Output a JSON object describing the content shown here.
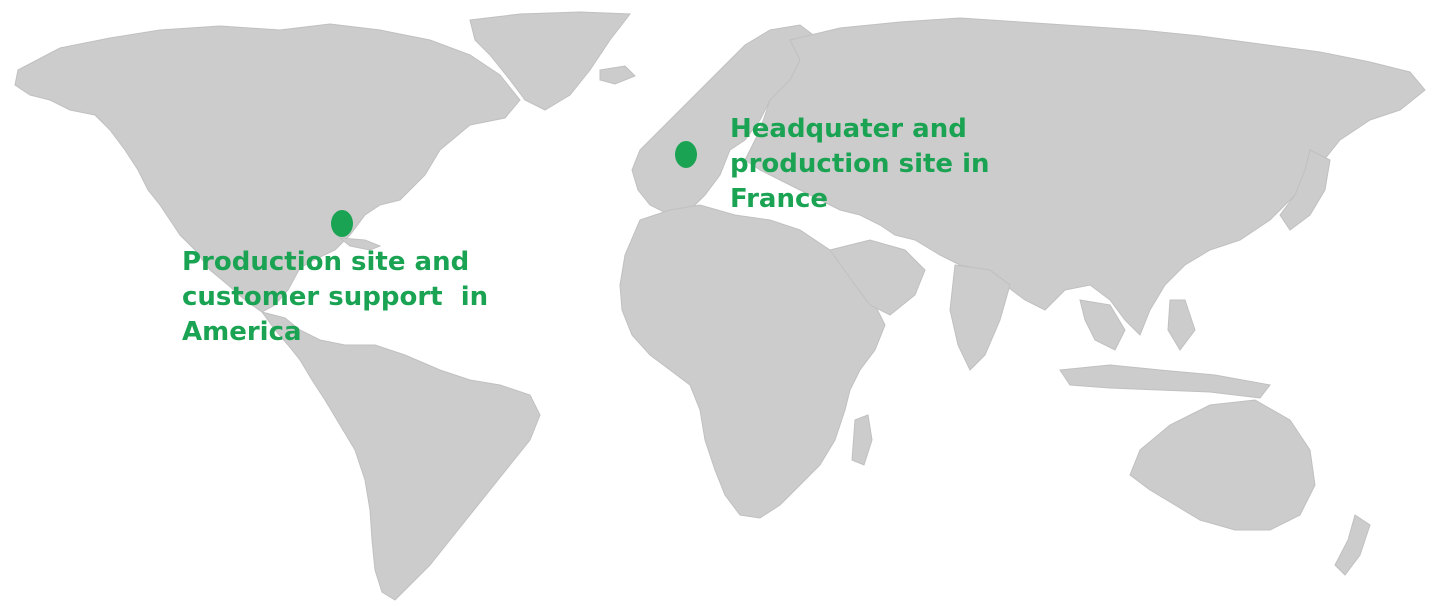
{
  "colors": {
    "background": "#ffffff",
    "land": "#cccccc",
    "accent": "#1aa352"
  },
  "sites": [
    {
      "id": "america",
      "label_lines": [
        "Production site and",
        "customer support  in",
        "America"
      ]
    },
    {
      "id": "france",
      "label_lines": [
        "Headquater and",
        "production site in",
        "France"
      ]
    }
  ]
}
